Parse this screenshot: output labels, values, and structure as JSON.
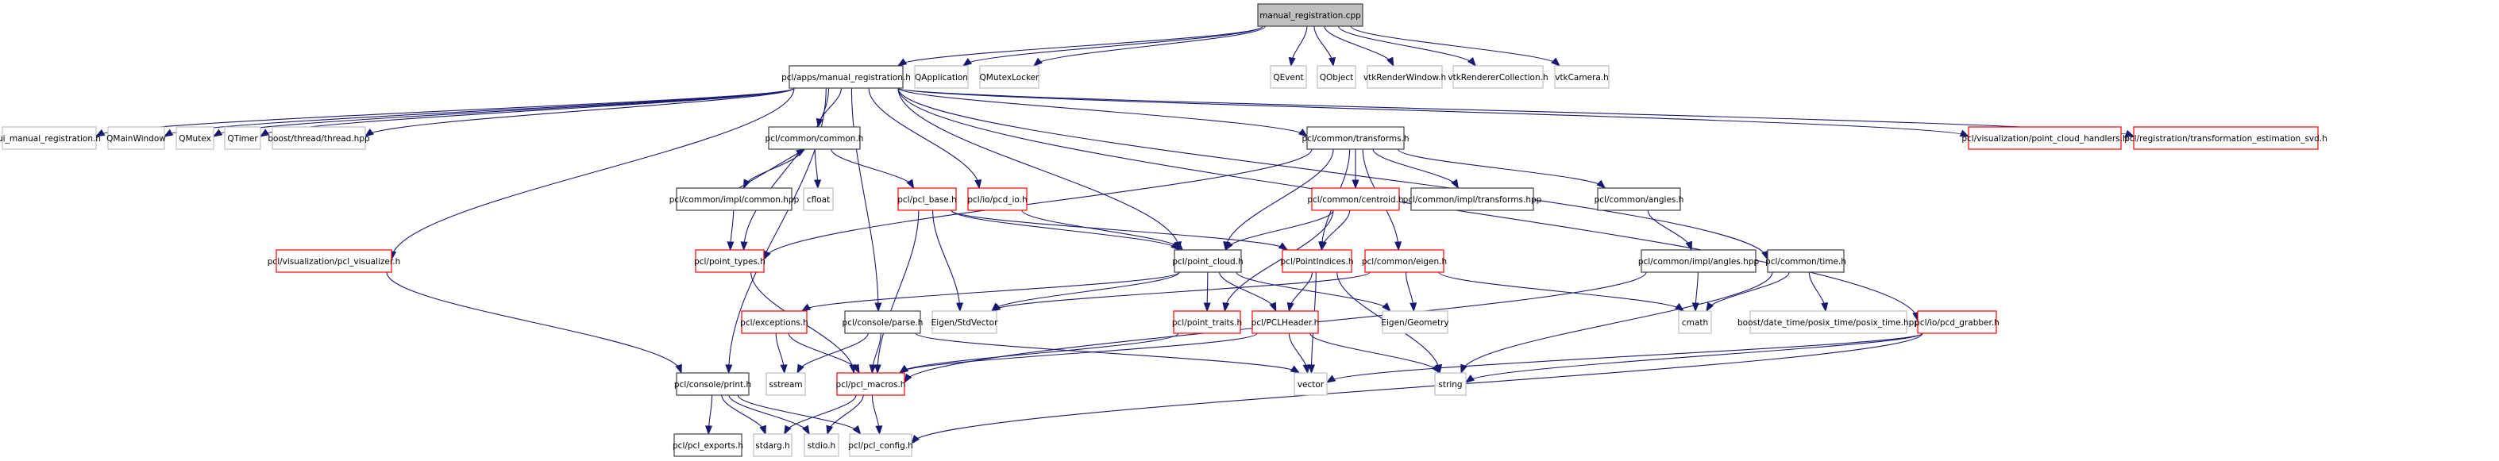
{
  "title": "manual_registration.cpp",
  "colors": {
    "edge": "#191970",
    "root_fill": "#bfbfbf",
    "documented_border": "#404040",
    "truncated_border": "#ff0000",
    "external_border": "#bfbfbf"
  },
  "nodes": [
    {
      "id": "root",
      "label": "manual_registration.cpp",
      "kind": "root"
    },
    {
      "id": "apps_mr",
      "label": "pcl/apps/manual_registration.h",
      "kind": "doc"
    },
    {
      "id": "qapp",
      "label": "QApplication",
      "kind": "ext"
    },
    {
      "id": "qmutexlocker",
      "label": "QMutexLocker",
      "kind": "ext"
    },
    {
      "id": "qevent",
      "label": "QEvent",
      "kind": "ext"
    },
    {
      "id": "qobject",
      "label": "QObject",
      "kind": "ext"
    },
    {
      "id": "vtkrw",
      "label": "vtkRenderWindow.h",
      "kind": "ext"
    },
    {
      "id": "vtkrc",
      "label": "vtkRendererCollection.h",
      "kind": "ext"
    },
    {
      "id": "vtkcam",
      "label": "vtkCamera.h",
      "kind": "ext"
    },
    {
      "id": "ui_mr",
      "label": "ui_manual_registration.h",
      "kind": "ext"
    },
    {
      "id": "qmainwindow",
      "label": "QMainWindow",
      "kind": "ext"
    },
    {
      "id": "qmutex",
      "label": "QMutex",
      "kind": "ext"
    },
    {
      "id": "qtimer",
      "label": "QTimer",
      "kind": "ext"
    },
    {
      "id": "boost_thread",
      "label": "boost/thread/thread.hpp",
      "kind": "ext"
    },
    {
      "id": "common_h",
      "label": "pcl/common/common.h",
      "kind": "doc"
    },
    {
      "id": "transforms_h",
      "label": "pcl/common/transforms.h",
      "kind": "doc"
    },
    {
      "id": "pch_vis",
      "label": "pcl/visualization/point_cloud_handlers.h",
      "kind": "trunc"
    },
    {
      "id": "tes_svd",
      "label": "pcl/registration/transformation_estimation_svd.h",
      "kind": "trunc"
    },
    {
      "id": "common_hpp",
      "label": "pcl/common/impl/common.hpp",
      "kind": "doc"
    },
    {
      "id": "cfloat",
      "label": "cfloat",
      "kind": "ext"
    },
    {
      "id": "pcl_base",
      "label": "pcl/pcl_base.h",
      "kind": "trunc"
    },
    {
      "id": "pcd_io",
      "label": "pcl/io/pcd_io.h",
      "kind": "trunc"
    },
    {
      "id": "centroid",
      "label": "pcl/common/centroid.h",
      "kind": "trunc"
    },
    {
      "id": "transforms_hpp",
      "label": "pcl/common/impl/transforms.hpp",
      "kind": "doc"
    },
    {
      "id": "angles_h",
      "label": "pcl/common/angles.h",
      "kind": "doc"
    },
    {
      "id": "pcl_visualizer",
      "label": "pcl/visualization/pcl_visualizer.h",
      "kind": "trunc"
    },
    {
      "id": "point_types",
      "label": "pcl/point_types.h",
      "kind": "trunc"
    },
    {
      "id": "point_cloud",
      "label": "pcl/point_cloud.h",
      "kind": "doc"
    },
    {
      "id": "point_indices",
      "label": "pcl/PointIndices.h",
      "kind": "trunc"
    },
    {
      "id": "eigen_h",
      "label": "pcl/common/eigen.h",
      "kind": "trunc"
    },
    {
      "id": "angles_hpp",
      "label": "pcl/common/impl/angles.hpp",
      "kind": "doc"
    },
    {
      "id": "time_h",
      "label": "pcl/common/time.h",
      "kind": "doc"
    },
    {
      "id": "exceptions",
      "label": "pcl/exceptions.h",
      "kind": "trunc"
    },
    {
      "id": "parse_h",
      "label": "pcl/console/parse.h",
      "kind": "doc"
    },
    {
      "id": "eigen_stdvector",
      "label": "Eigen/StdVector",
      "kind": "ext"
    },
    {
      "id": "point_traits",
      "label": "pcl/point_traits.h",
      "kind": "trunc"
    },
    {
      "id": "pclheader",
      "label": "pcl/PCLHeader.h",
      "kind": "trunc"
    },
    {
      "id": "eigen_geometry",
      "label": "Eigen/Geometry",
      "kind": "ext"
    },
    {
      "id": "cmath",
      "label": "cmath",
      "kind": "ext"
    },
    {
      "id": "posix_time",
      "label": "boost/date_time/posix_time/posix_time.hpp",
      "kind": "ext"
    },
    {
      "id": "pcd_grabber",
      "label": "pcl/io/pcd_grabber.h",
      "kind": "trunc"
    },
    {
      "id": "print_h",
      "label": "pcl/console/print.h",
      "kind": "doc"
    },
    {
      "id": "sstream",
      "label": "sstream",
      "kind": "ext"
    },
    {
      "id": "pcl_macros",
      "label": "pcl/pcl_macros.h",
      "kind": "trunc"
    },
    {
      "id": "vector",
      "label": "vector",
      "kind": "ext"
    },
    {
      "id": "string",
      "label": "string",
      "kind": "ext"
    },
    {
      "id": "pcl_exports",
      "label": "pcl/pcl_exports.h",
      "kind": "doc"
    },
    {
      "id": "stdarg",
      "label": "stdarg.h",
      "kind": "ext"
    },
    {
      "id": "stdio",
      "label": "stdio.h",
      "kind": "ext"
    },
    {
      "id": "pcl_config",
      "label": "pcl/pcl_config.h",
      "kind": "ext"
    }
  ],
  "edges": [
    [
      "root",
      "apps_mr"
    ],
    [
      "root",
      "qapp"
    ],
    [
      "root",
      "qmutexlocker"
    ],
    [
      "root",
      "qevent"
    ],
    [
      "root",
      "qobject"
    ],
    [
      "root",
      "vtkrw"
    ],
    [
      "root",
      "vtkrc"
    ],
    [
      "root",
      "vtkcam"
    ],
    [
      "apps_mr",
      "ui_mr"
    ],
    [
      "apps_mr",
      "qmainwindow"
    ],
    [
      "apps_mr",
      "qmutex"
    ],
    [
      "apps_mr",
      "qtimer"
    ],
    [
      "apps_mr",
      "boost_thread"
    ],
    [
      "apps_mr",
      "common_h"
    ],
    [
      "apps_mr",
      "transforms_h"
    ],
    [
      "apps_mr",
      "pch_vis"
    ],
    [
      "apps_mr",
      "tes_svd"
    ],
    [
      "apps_mr",
      "pcd_io"
    ],
    [
      "apps_mr",
      "pcl_visualizer"
    ],
    [
      "apps_mr",
      "point_types"
    ],
    [
      "apps_mr",
      "point_cloud"
    ],
    [
      "apps_mr",
      "parse_h"
    ],
    [
      "apps_mr",
      "print_h"
    ],
    [
      "apps_mr",
      "time_h"
    ],
    [
      "apps_mr",
      "pcd_grabber"
    ],
    [
      "common_h",
      "common_hpp"
    ],
    [
      "common_hpp",
      "common_h"
    ],
    [
      "common_h",
      "cfloat"
    ],
    [
      "common_h",
      "pcl_base"
    ],
    [
      "common_hpp",
      "point_types"
    ],
    [
      "transforms_h",
      "centroid"
    ],
    [
      "transforms_h",
      "transforms_hpp"
    ],
    [
      "transforms_h",
      "point_cloud"
    ],
    [
      "transforms_h",
      "point_types"
    ],
    [
      "transforms_h",
      "point_indices"
    ],
    [
      "transforms_h",
      "eigen_h"
    ],
    [
      "transforms_h",
      "angles_h"
    ],
    [
      "pcl_base",
      "point_cloud"
    ],
    [
      "pcl_base",
      "point_indices"
    ],
    [
      "pcl_base",
      "eigen_stdvector"
    ],
    [
      "pcl_base",
      "pcl_macros"
    ],
    [
      "pcd_io",
      "point_cloud"
    ],
    [
      "centroid",
      "point_cloud"
    ],
    [
      "centroid",
      "point_traits"
    ],
    [
      "centroid",
      "point_indices"
    ],
    [
      "angles_h",
      "angles_hpp"
    ],
    [
      "pcl_visualizer",
      "print_h"
    ],
    [
      "point_types",
      "pcl_macros"
    ],
    [
      "point_cloud",
      "exceptions"
    ],
    [
      "point_cloud",
      "eigen_stdvector"
    ],
    [
      "point_cloud",
      "point_traits"
    ],
    [
      "point_cloud",
      "pclheader"
    ],
    [
      "point_cloud",
      "eigen_geometry"
    ],
    [
      "point_indices",
      "pclheader"
    ],
    [
      "point_indices",
      "vector"
    ],
    [
      "point_indices",
      "string"
    ],
    [
      "eigen_h",
      "eigen_stdvector"
    ],
    [
      "eigen_h",
      "eigen_geometry"
    ],
    [
      "eigen_h",
      "cmath"
    ],
    [
      "angles_hpp",
      "cmath"
    ],
    [
      "angles_hpp",
      "pcl_macros"
    ],
    [
      "time_h",
      "cmath"
    ],
    [
      "time_h",
      "posix_time"
    ],
    [
      "time_h",
      "string"
    ],
    [
      "exceptions",
      "sstream"
    ],
    [
      "exceptions",
      "pcl_macros"
    ],
    [
      "parse_h",
      "sstream"
    ],
    [
      "parse_h",
      "pcl_macros"
    ],
    [
      "parse_h",
      "vector"
    ],
    [
      "point_traits",
      "pcl_macros"
    ],
    [
      "pclheader",
      "pcl_macros"
    ],
    [
      "pclheader",
      "vector"
    ],
    [
      "pclheader",
      "string"
    ],
    [
      "pcd_grabber",
      "vector"
    ],
    [
      "pcd_grabber",
      "string"
    ],
    [
      "pcd_grabber",
      "pcl_config"
    ],
    [
      "print_h",
      "pcl_exports"
    ],
    [
      "print_h",
      "stdarg"
    ],
    [
      "print_h",
      "stdio"
    ],
    [
      "print_h",
      "pcl_config"
    ],
    [
      "pcl_macros",
      "stdarg"
    ],
    [
      "pcl_macros",
      "stdio"
    ],
    [
      "pcl_macros",
      "pcl_config"
    ]
  ]
}
